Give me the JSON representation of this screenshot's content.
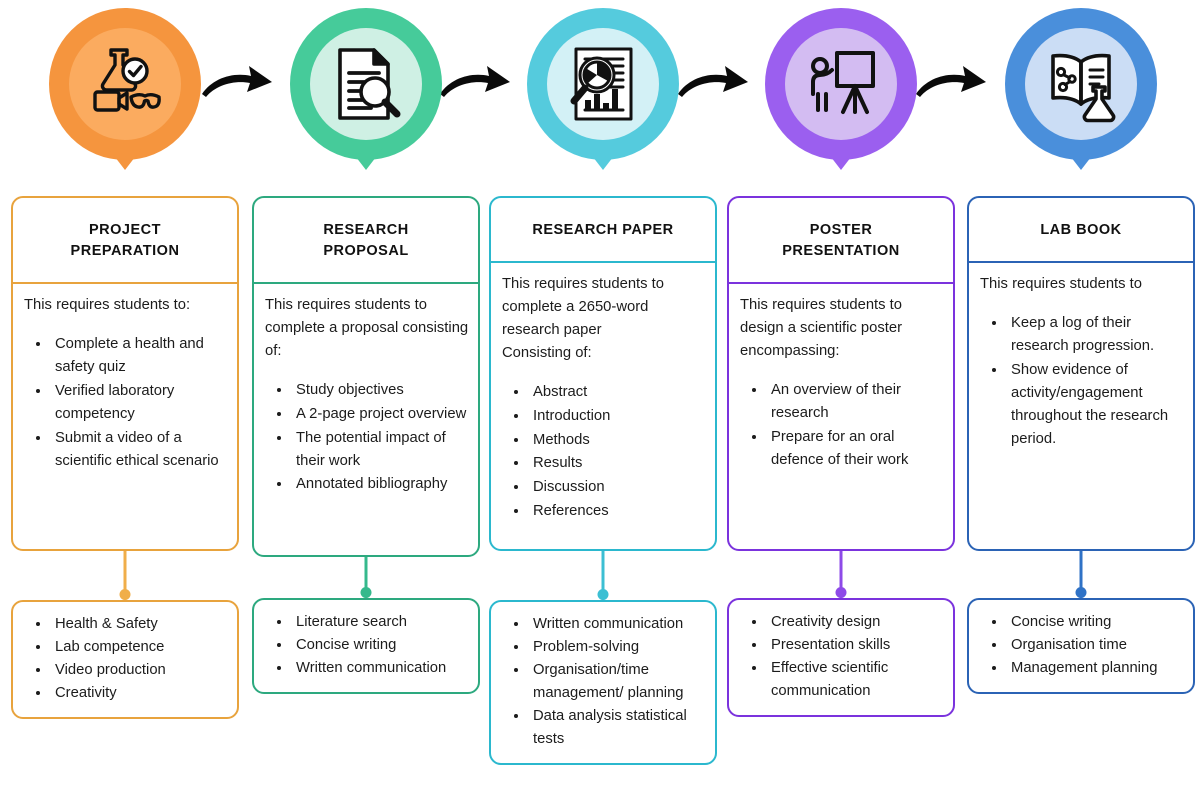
{
  "diagram": {
    "title": "Research project stages flow diagram",
    "arrow_label": "flow-arrow"
  },
  "stages": [
    {
      "id": "project-preparation",
      "icon": "flask-check-video-goggles-icon",
      "color_outer": "#F5953E",
      "color_inner": "#FBAB5F",
      "color_border": "#E8A33D",
      "color_connector": "#F0AE4A",
      "title": "PROJECT\nPREPARATION",
      "intro": "This requires students to:",
      "items": [
        "Complete a health and safety quiz",
        "Verified laboratory competency",
        "Submit a video of a scientific ethical scenario"
      ],
      "skills": [
        "Health & Safety",
        "Lab competence",
        "Video production",
        "Creativity"
      ]
    },
    {
      "id": "research-proposal",
      "icon": "document-magnifier-icon",
      "color_outer": "#46CB9A",
      "color_inner": "#CFF0E4",
      "color_border": "#2DA97F",
      "color_connector": "#35B98C",
      "title": "RESEARCH\nPROPOSAL",
      "intro": "This requires students to complete a proposal consisting of:",
      "items": [
        "Study objectives",
        "A 2-page project overview",
        "The potential impact of their work",
        "Annotated bibliography"
      ],
      "skills": [
        "Literature search",
        "Concise writing",
        "Written communication"
      ]
    },
    {
      "id": "research-paper",
      "icon": "paper-chart-magnifier-icon",
      "color_outer": "#55CBDD",
      "color_inner": "#D3F1F6",
      "color_border": "#2BB8CE",
      "color_connector": "#3CBFD3",
      "title": "RESEARCH PAPER",
      "intro": "This requires students to complete a 2650-word research paper\nConsisting of:",
      "items": [
        "Abstract",
        "Introduction",
        "Methods",
        "Results",
        "Discussion",
        "References"
      ],
      "skills": [
        "Written communication",
        "Problem-solving",
        "Organisation/time management/ planning",
        "Data analysis statistical tests"
      ]
    },
    {
      "id": "poster-presentation",
      "icon": "person-presenting-board-icon",
      "color_outer": "#9B5FEF",
      "color_inner": "#D3BCF2",
      "color_border": "#7B33DD",
      "color_connector": "#8E4AE8",
      "title": "POSTER\nPRESENTATION",
      "intro": "This requires students to design a scientific poster encompassing:",
      "items": [
        "An overview of their research",
        "Prepare for an oral defence of their work"
      ],
      "skills": [
        "Creativity design",
        "Presentation skills",
        "Effective scientific communication"
      ]
    },
    {
      "id": "lab-book",
      "icon": "open-book-flask-icon",
      "color_outer": "#4A8FDB",
      "color_inner": "#CBDDF5",
      "color_border": "#2B63B5",
      "color_connector": "#2F72C6",
      "title": "LAB BOOK",
      "intro": "This requires students to",
      "items": [
        "Keep a log of their research progression.",
        "Show evidence of activity/engagement throughout the research period."
      ],
      "skills": [
        "Concise writing",
        "Organisation time",
        "Management planning"
      ]
    }
  ]
}
